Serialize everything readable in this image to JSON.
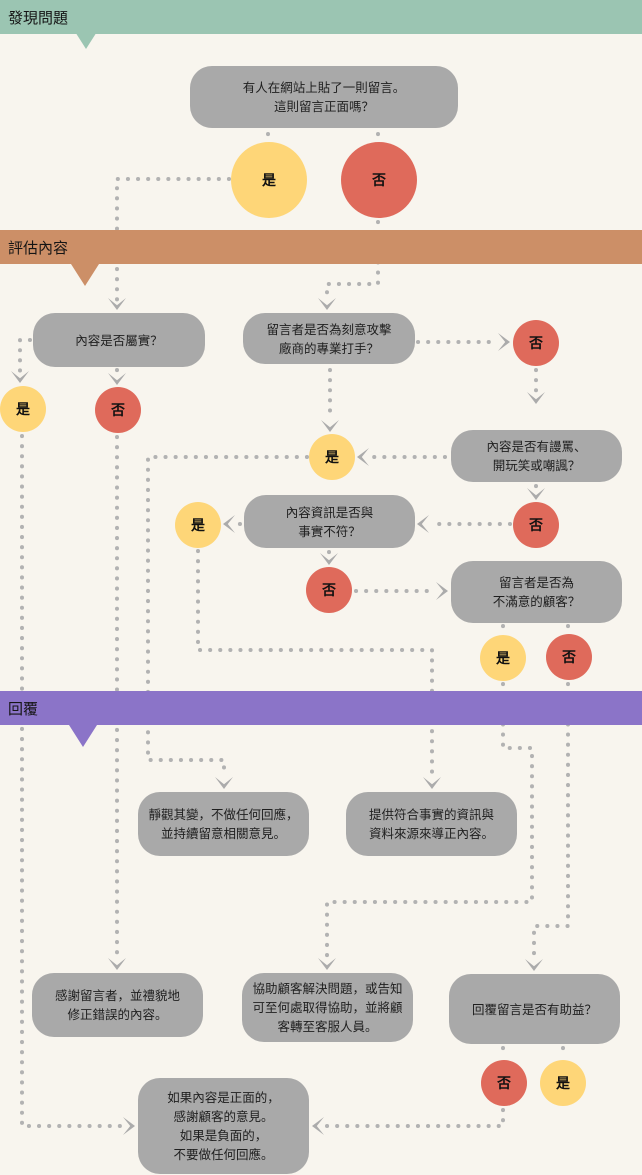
{
  "colors": {
    "background": "#f8f5ee",
    "band_discover": "#9bc5b2",
    "band_evaluate": "#cc8f67",
    "band_reply": "#8b74c8",
    "node_fill": "#a9a9a9",
    "yes_fill": "#fed678",
    "no_fill": "#df6a5b",
    "connector": "#b2b2b2"
  },
  "sections": {
    "discover": "發現問題",
    "evaluate": "評估內容",
    "reply": "回覆"
  },
  "labels": {
    "yes": "是",
    "no": "否"
  },
  "nodes": {
    "q_positive": "有人在網站上貼了一則留言。\n這則留言正面嗎？",
    "q_true": "內容是否屬實？",
    "q_attacker": "留言者是否為刻意攻擊\n廠商的專業打手？",
    "q_insult": "內容是否有謾罵、\n開玩笑或嘲諷？",
    "q_false_info": "內容資訊是否與\n事實不符？",
    "q_unhappy": "留言者是否為\n不滿意的顧客？",
    "a_watch": "靜觀其變，不做任何回應，\n並持續留意相關意見。",
    "a_correct": "提供符合事實的資訊與\n資料來源來導正內容。",
    "a_thank_fix": "感謝留言者，並禮貌地\n修正錯誤的內容。",
    "a_help": "協助顧客解決問題，或告知\n可至何處取得協助，並將顧\n客轉至客服人員。",
    "q_helpful": "回覆留言是否有助益？",
    "a_final": "如果內容是正面的，\n感謝顧客的意見。\n如果是負面的，\n不要做任何回應。"
  }
}
